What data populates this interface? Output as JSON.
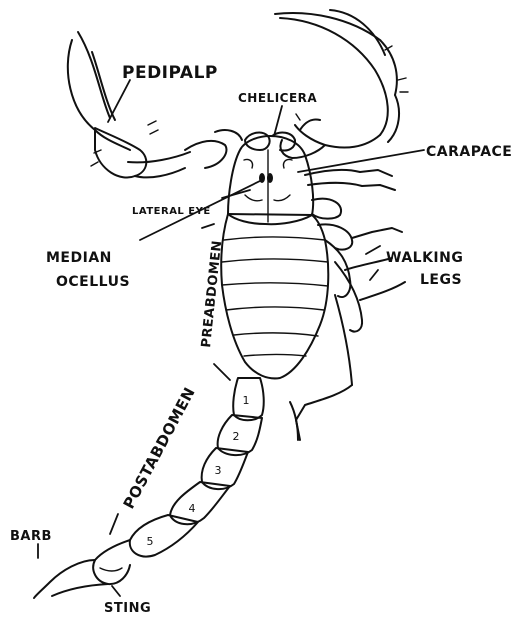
{
  "labels": {
    "pedipalp": "PEDIPALP",
    "chelicera": "CHELICERA",
    "carapace": "CARAPACE",
    "lateral_eye": "LATERAL EYE",
    "median_ocellus_1": "MEDIAN",
    "median_ocellus_2": "OCELLUS",
    "walking_legs_1": "WALKING",
    "walking_legs_2": "LEGS",
    "preabdomen": "PREABDOMEN",
    "postabdomen": "POSTABDOMEN",
    "barb": "BARB",
    "sting": "STING"
  },
  "segments": [
    "1",
    "2",
    "3",
    "4",
    "5"
  ]
}
